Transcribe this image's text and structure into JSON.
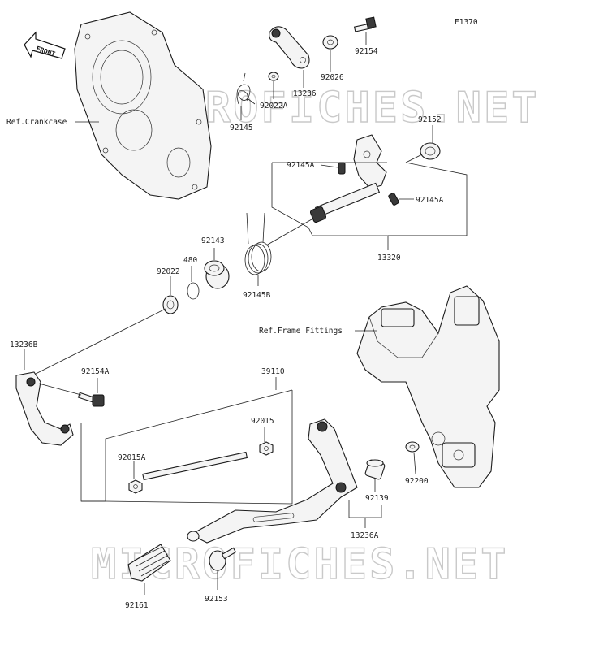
{
  "diagram_code": "E1370",
  "front_label": "FRONT",
  "watermark_text": "MICROFICHES.NET",
  "refs": {
    "crankcase": "Ref.Crankcase",
    "frame_fittings": "Ref.Frame Fittings"
  },
  "parts": [
    {
      "id": "p92154",
      "label": "92154"
    },
    {
      "id": "p92026",
      "label": "92026"
    },
    {
      "id": "p13236",
      "label": "13236"
    },
    {
      "id": "p92022A",
      "label": "92022A"
    },
    {
      "id": "p92145",
      "label": "92145"
    },
    {
      "id": "p92152",
      "label": "92152"
    },
    {
      "id": "p92145A_top",
      "label": "92145A"
    },
    {
      "id": "p92145A_right",
      "label": "92145A"
    },
    {
      "id": "p13320",
      "label": "13320"
    },
    {
      "id": "p92143",
      "label": "92143"
    },
    {
      "id": "p480",
      "label": "480"
    },
    {
      "id": "p92022",
      "label": "92022"
    },
    {
      "id": "p92145B",
      "label": "92145B"
    },
    {
      "id": "p13236B",
      "label": "13236B"
    },
    {
      "id": "p92154A",
      "label": "92154A"
    },
    {
      "id": "p39110",
      "label": "39110"
    },
    {
      "id": "p92015",
      "label": "92015"
    },
    {
      "id": "p92015A",
      "label": "92015A"
    },
    {
      "id": "p92139",
      "label": "92139"
    },
    {
      "id": "p92200",
      "label": "92200"
    },
    {
      "id": "p13236A",
      "label": "13236A"
    },
    {
      "id": "p92161",
      "label": "92161"
    },
    {
      "id": "p92153",
      "label": "92153"
    }
  ]
}
